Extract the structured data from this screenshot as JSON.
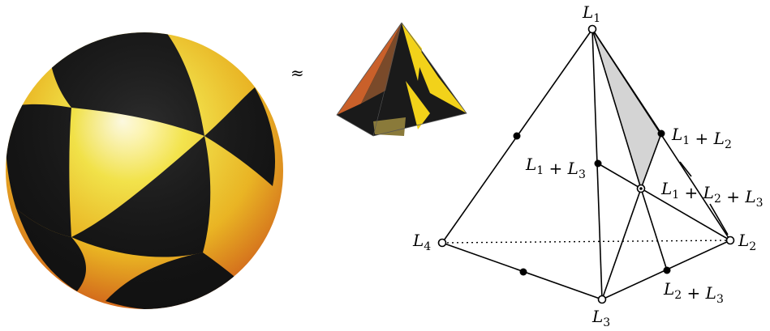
{
  "figure": {
    "approx_symbol": "≈",
    "colors": {
      "black_region": "#111111",
      "yellow_region": "#f2d21a",
      "orange_region": "#c9602a",
      "shaded_face": "#d4d4d4",
      "line": "#000000"
    },
    "vertex_labels": {
      "L1": "L1",
      "L2": "L2",
      "L3": "L3",
      "L4": "L4"
    },
    "point_labels": {
      "L1_L2": "L1 + L2",
      "L1_L3": "L1 + L3",
      "L2_L3": "L2 + L3",
      "L1_L2_L3": "L1 + L2 + L3"
    }
  }
}
